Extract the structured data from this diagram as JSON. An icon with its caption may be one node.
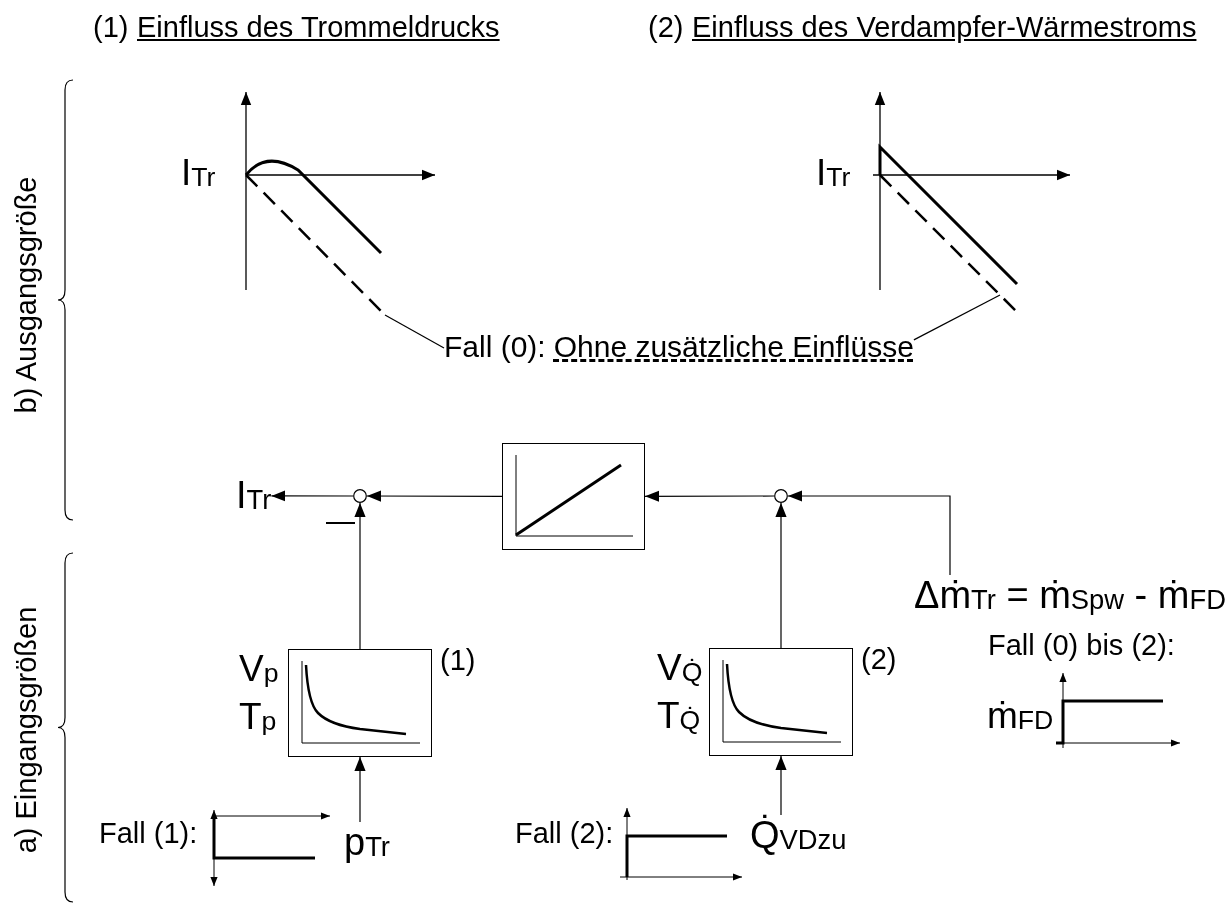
{
  "diagram": {
    "nodes": [
      {
        "text": [
          "Fall (0):",
          "Ohne zusätzliche Einflüsse"
        ]
      },
      {
        "text": [
          "I$_{Tr}$"
        ]
      },
      {
        "text": [],
        "shape": "circle"
      },
      {
        "text": [],
        "shape": "box"
      },
      {
        "text": [],
        "shape": "circle"
      },
      {
        "text": [
          "Δṁ$_{Tr}$ = ṁ$_{Spw}$ - ṁ$_{FD}$"
        ]
      },
      {
        "text": [],
        "shape": "box",
        "beside": [
          "V$_{p}$",
          "T$_{p}$",
          "(1)"
        ]
      },
      {
        "text": [],
        "shape": "box",
        "beside": [
          "V$_{Q̇}$",
          "T$_{Q̇}$",
          "(2)"
        ]
      },
      {
        "text": [
          "p$_{Tr}$"
        ]
      },
      {
        "text": [
          "Q̇$_{VDzu}$"
        ]
      }
    ],
    "edges": [
      {
        "from": 0,
        "to": null,
        "arrow": "none"
      },
      {
        "from": 0,
        "to": null,
        "arrow": "none"
      },
      {
        "from": 2,
        "to": 1,
        "arrow": "to"
      },
      {
        "from": 3,
        "to": 2,
        "arrow": "to"
      },
      {
        "from": 4,
        "to": 3,
        "arrow": "to"
      },
      {
        "from": 5,
        "to": 4,
        "arrow": "to"
      },
      {
        "from": 6,
        "to": 2,
        "arrow": "to"
      },
      {
        "from": 7,
        "to": 4,
        "arrow": "to"
      },
      {
        "from": 8,
        "to": 6,
        "arrow": "to"
      },
      {
        "from": 9,
        "to": 7,
        "arrow": "to"
      }
    ],
    "labels": [
      "(1)",
      "Einfluss des Trommeldrucks",
      "(2)",
      "Einfluss des Verdampfer-Wärmestroms",
      "b) Ausgangsgröße",
      "a) Eingangsgrößen",
      "I$_{Tr}$",
      "I$_{Tr}$",
      "—",
      "Fall (0) bis (2):",
      "ṁ$_{FD}$",
      "Fall (1):",
      "Fall (2):"
    ]
  }
}
